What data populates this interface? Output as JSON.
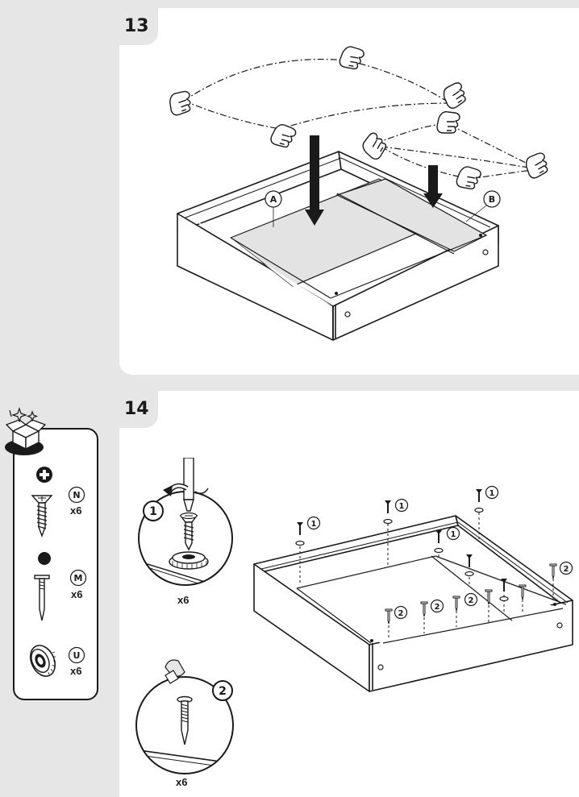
{
  "steps": [
    {
      "number": "13",
      "panel_labels": [
        "A",
        "B"
      ]
    },
    {
      "number": "14",
      "callout_1_number": "1",
      "callout_1_qty": "x6",
      "callout_2_number": "2",
      "callout_2_qty": "x6"
    }
  ],
  "parts": [
    {
      "tool_icon": "phillips-screwdriver-icon",
      "letter": "N",
      "qty": "x6",
      "icon": "screw-icon"
    },
    {
      "tool_icon": "hammer-dot-icon",
      "letter": "M",
      "qty": "x6",
      "icon": "nail-icon"
    },
    {
      "letter": "U",
      "qty": "x6",
      "icon": "cap-washer-icon"
    }
  ],
  "screw_marker": "1",
  "nail_marker": "2"
}
